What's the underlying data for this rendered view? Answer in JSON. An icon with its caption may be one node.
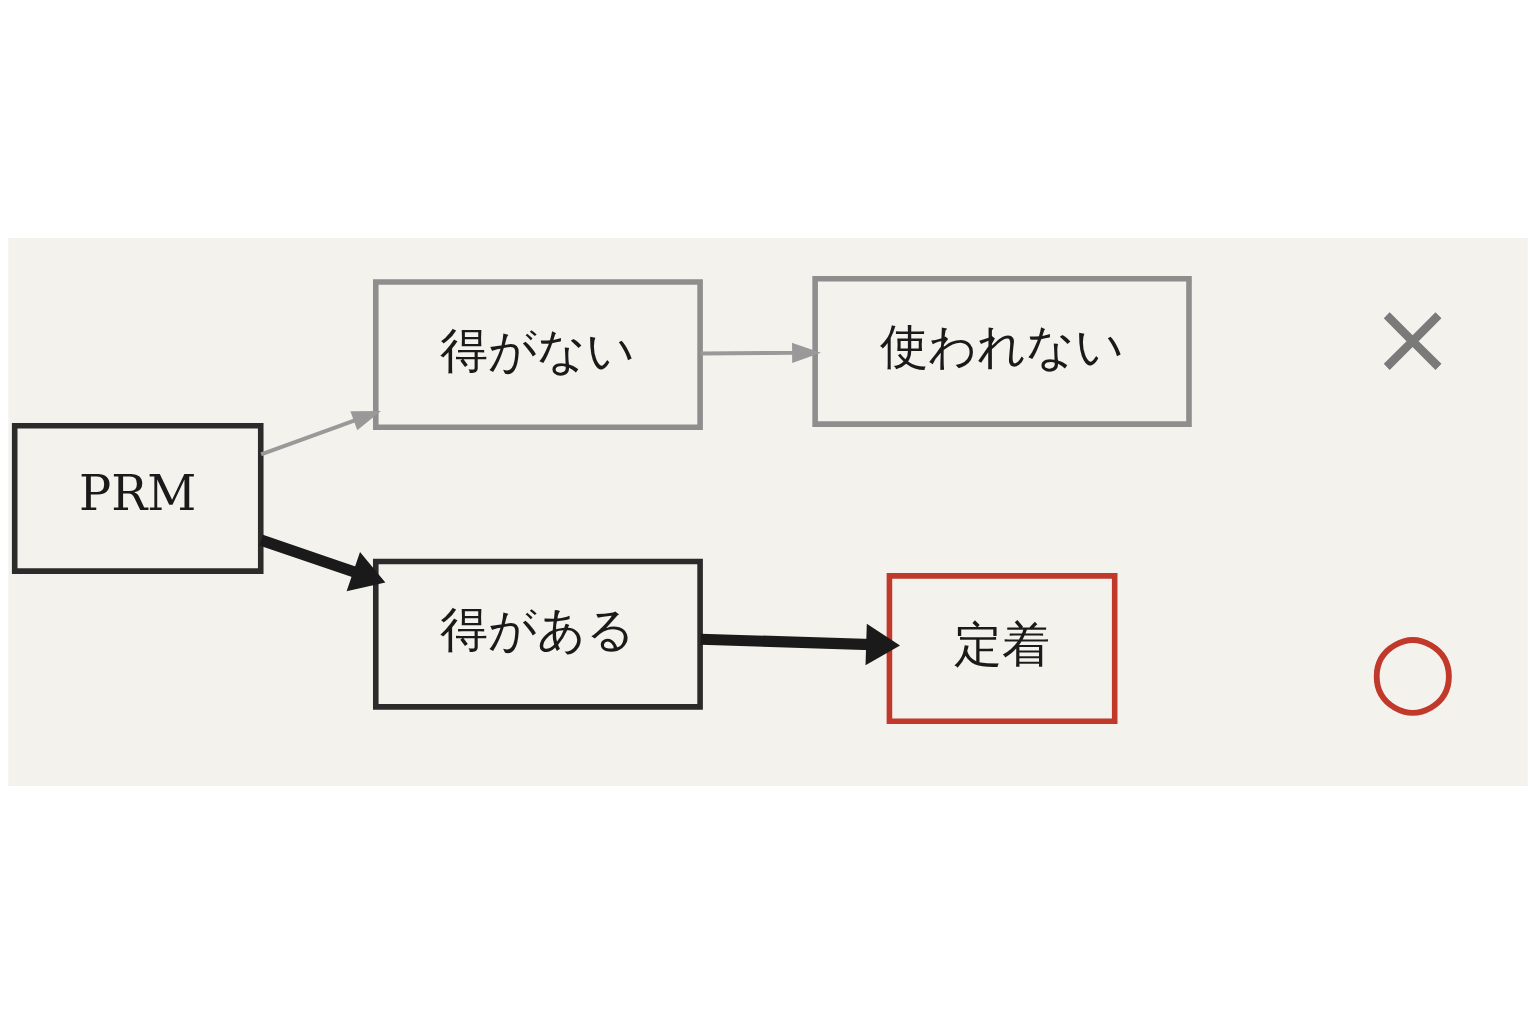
{
  "diagram": {
    "nodes": [
      {
        "text": [
          "PRM"
        ]
      },
      {
        "text": [
          "得がない"
        ]
      },
      {
        "text": [
          "使われない"
        ],
        "beside": [
          "×"
        ]
      },
      {
        "text": [
          "得がある"
        ]
      },
      {
        "text": [
          "定着"
        ],
        "beside": [
          "○"
        ]
      }
    ],
    "edges": [
      {
        "from": 0,
        "to": 1,
        "arrow": "to",
        "color": "#999999"
      },
      {
        "from": 1,
        "to": 2,
        "arrow": "to",
        "color": "#999999"
      },
      {
        "from": 0,
        "to": 3,
        "arrow": "to",
        "style": "thick",
        "color": "#1a1a1a"
      },
      {
        "from": 3,
        "to": 4,
        "arrow": "to",
        "style": "thick",
        "color": "#1a1a1a"
      }
    ]
  }
}
